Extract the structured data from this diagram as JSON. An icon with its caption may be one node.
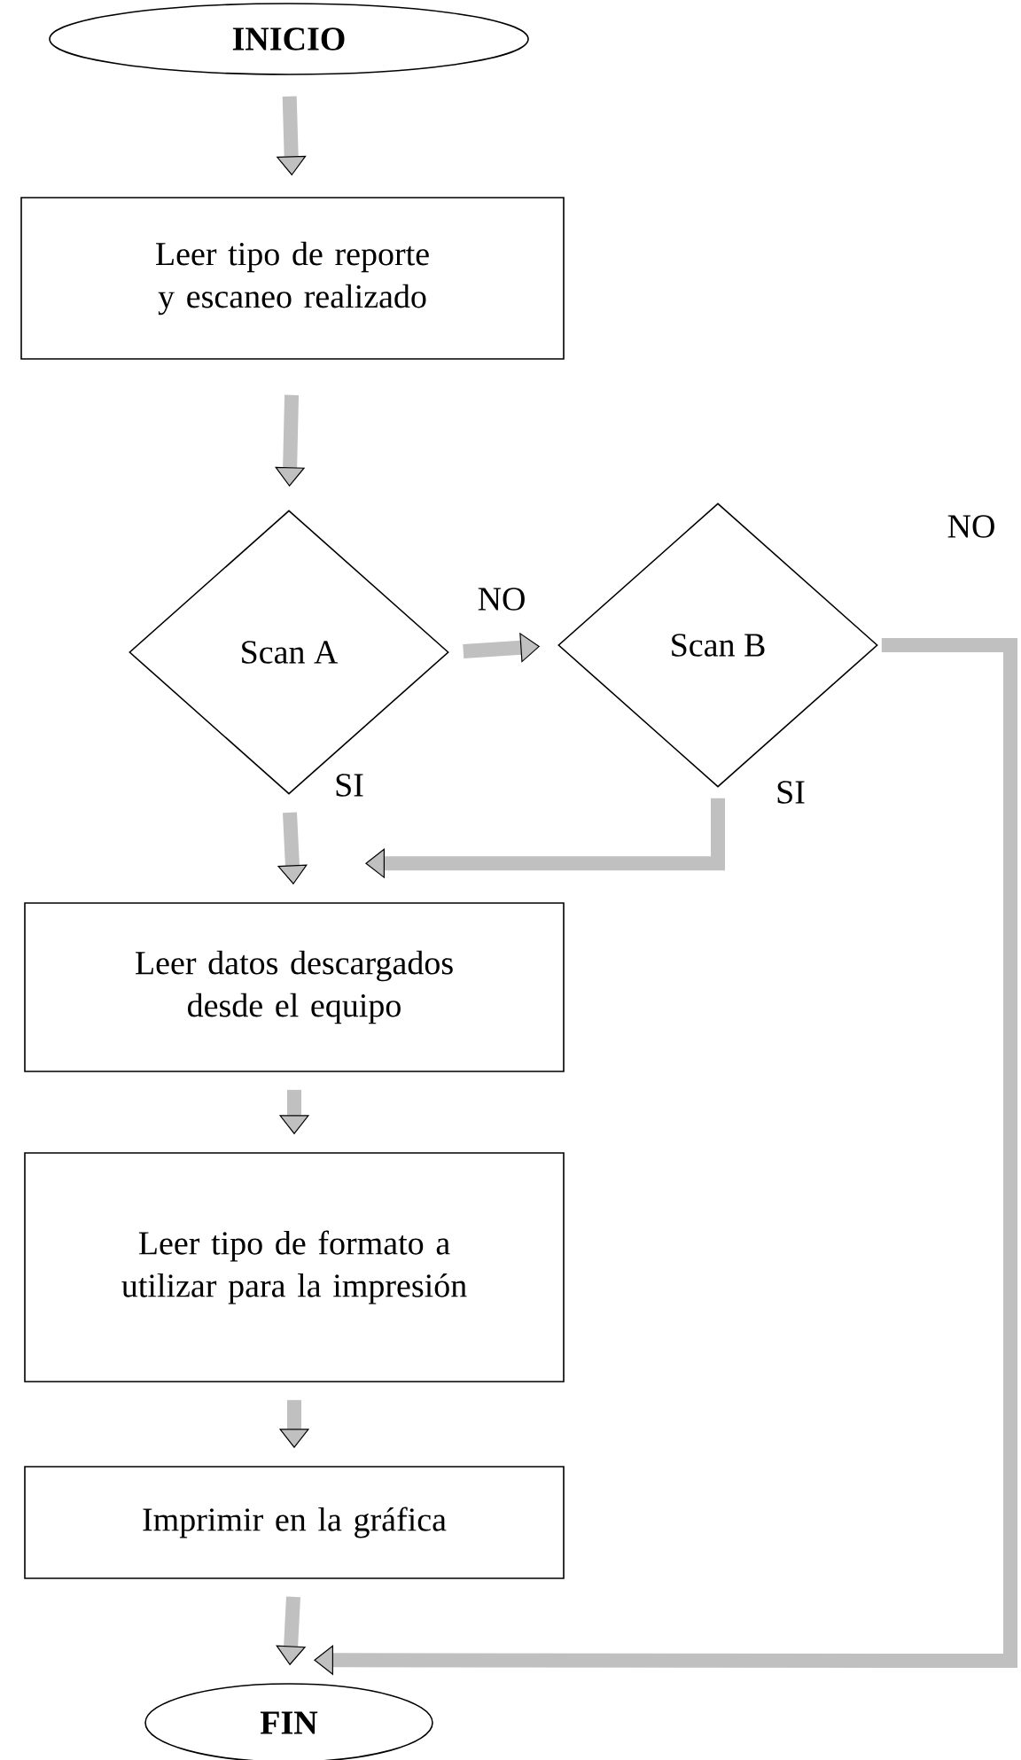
{
  "diagram": {
    "nodes": [
      {
        "text": [
          "INICIO"
        ]
      },
      {
        "text": [
          "Leer tipo de reporte y escaneo realizado"
        ]
      },
      {
        "text": [
          "Scan A"
        ]
      },
      {
        "text": [
          "Scan B"
        ]
      },
      {
        "text": [
          "Leer datos descargados desde el equipo"
        ]
      },
      {
        "text": [
          "Leer tipo de formato a utilizar para la impresión"
        ]
      },
      {
        "text": [
          "Imprimir en la gráfica"
        ]
      },
      {
        "text": [
          "FIN"
        ]
      }
    ],
    "edges": [
      {
        "from": 0,
        "to": 1,
        "arrow": "to"
      },
      {
        "from": 1,
        "to": 2,
        "arrow": "to"
      },
      {
        "from": 2,
        "to": 3,
        "arrow": "to",
        "label": "NO"
      },
      {
        "from": 2,
        "to": 4,
        "arrow": "to",
        "label": "SI"
      },
      {
        "from": 3,
        "to": 4,
        "arrow": "to",
        "label": "SI"
      },
      {
        "from": 3,
        "to": 7,
        "arrow": "to",
        "label": "NO"
      },
      {
        "from": 4,
        "to": 5,
        "arrow": "to"
      },
      {
        "from": 5,
        "to": 6,
        "arrow": "to"
      },
      {
        "from": 6,
        "to": 7,
        "arrow": "to"
      }
    ]
  }
}
